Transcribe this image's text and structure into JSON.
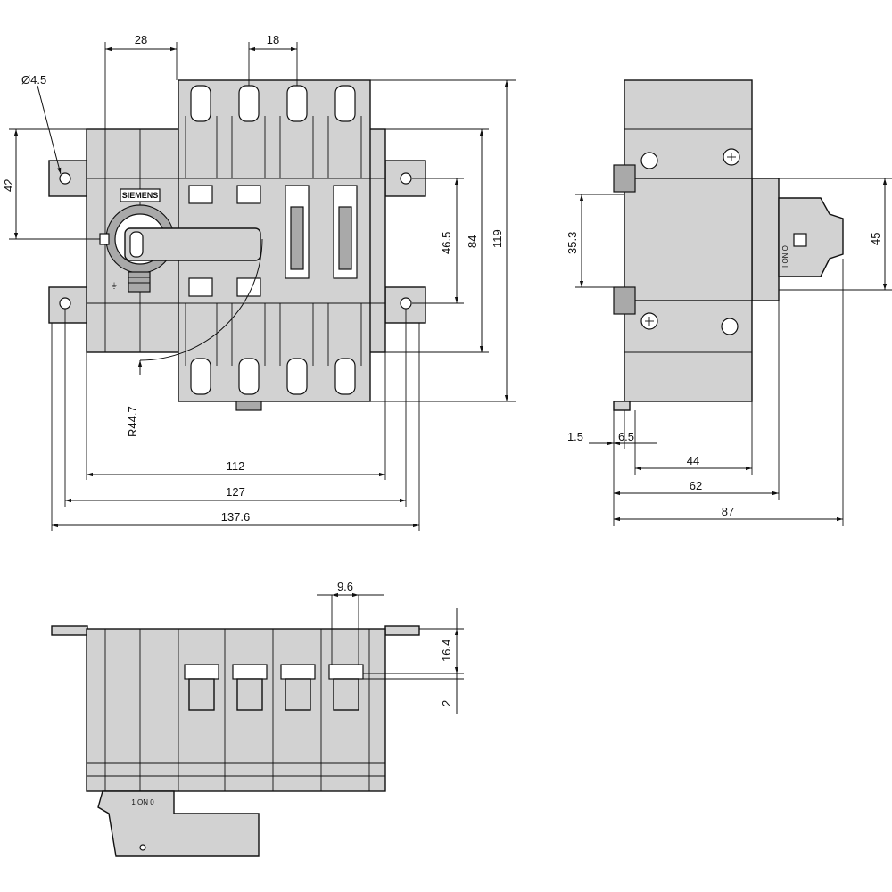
{
  "diagram": {
    "brand": "SIEMENS",
    "front_view": {
      "hole_diameter": "Ø4.5",
      "dims": {
        "w28": "28",
        "w18": "18",
        "h42": "42",
        "h46_5": "46.5",
        "h84": "84",
        "h119": "119",
        "r44_7": "R44.7",
        "w112": "112",
        "w127": "127",
        "w137_6": "137.6"
      }
    },
    "side_view": {
      "dims": {
        "h35_3": "35.3",
        "h45": "45",
        "w1_5": "1.5",
        "w6_5": "6.5",
        "w44": "44",
        "w62": "62",
        "w87": "87"
      }
    },
    "bottom_view": {
      "dims": {
        "w9_6": "9.6",
        "h16_4": "16.4",
        "h2": "2"
      }
    }
  }
}
